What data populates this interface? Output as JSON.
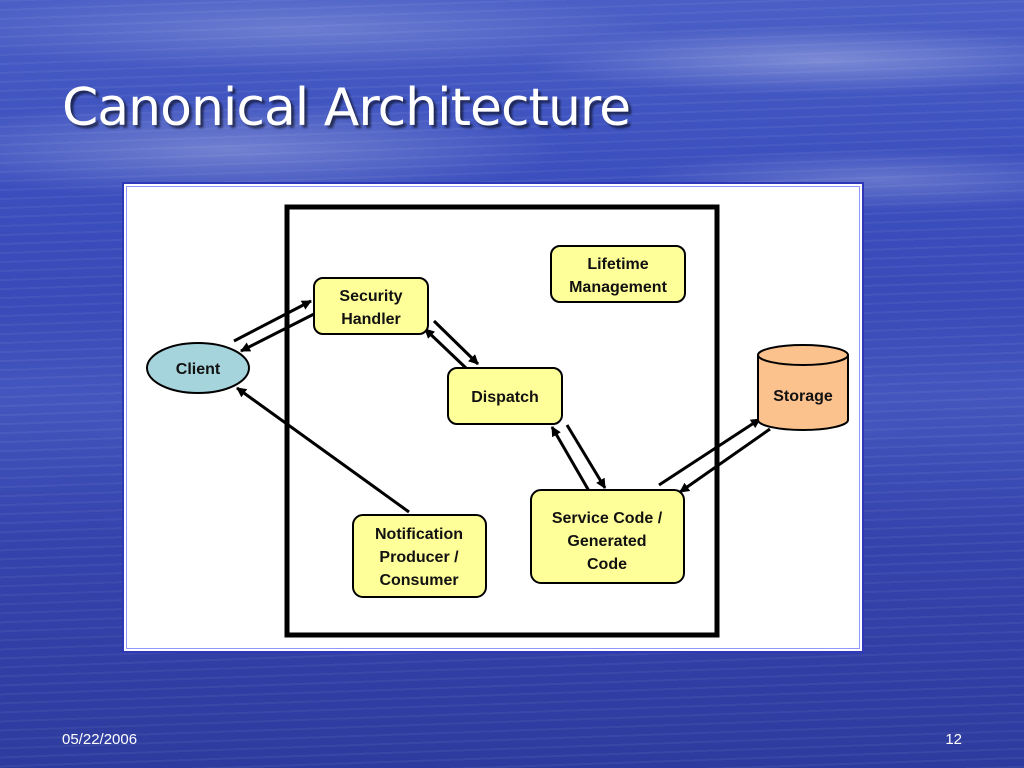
{
  "slide": {
    "title": "Canonical Architecture",
    "footer_date": "05/22/2006",
    "page_number": "12"
  },
  "diagram": {
    "nodes": {
      "client": {
        "lines": [
          "Client"
        ]
      },
      "security_handler": {
        "lines": [
          "Security",
          "Handler"
        ]
      },
      "lifetime_management": {
        "lines": [
          "Lifetime",
          "Management"
        ]
      },
      "dispatch": {
        "lines": [
          "Dispatch"
        ]
      },
      "storage": {
        "lines": [
          "Storage"
        ]
      },
      "service_code": {
        "lines": [
          "Service Code /",
          "Generated",
          "Code"
        ]
      },
      "notification": {
        "lines": [
          "Notification",
          "Producer /",
          "Consumer"
        ]
      }
    },
    "colors": {
      "process_fill": "#ffff99",
      "client_fill": "#a6d4dc",
      "storage_fill": "#fcc28e"
    }
  }
}
